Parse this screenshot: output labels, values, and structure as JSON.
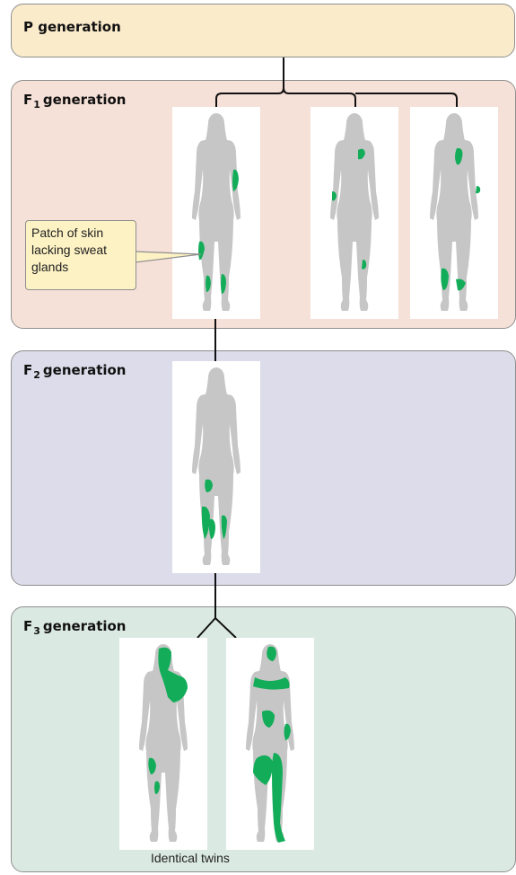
{
  "generations": {
    "p": {
      "label": "P generation"
    },
    "f1": {
      "label_prefix": "F",
      "label_sub": "1",
      "label_suffix": "generation"
    },
    "f2": {
      "label_prefix": "F",
      "label_sub": "2",
      "label_suffix": "generation"
    },
    "f3": {
      "label_prefix": "F",
      "label_sub": "3",
      "label_suffix": "generation"
    }
  },
  "callout": {
    "line1": "Patch of skin",
    "line2": "lacking sweat",
    "line3": "glands"
  },
  "caption": "Identical twins",
  "colors": {
    "p_fill": "#faebcb",
    "f1_fill": "#f6e1d8",
    "f2_fill": "#dcdcea",
    "f3_fill": "#dbe9e3",
    "silhouette": "#c6c6c6",
    "patch": "#13ad5a",
    "callout_fill": "#fdf2c4"
  }
}
